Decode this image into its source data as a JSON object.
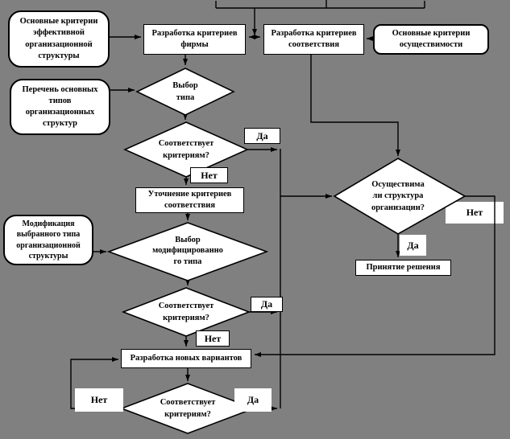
{
  "background": "#808080",
  "line_color": "#000000",
  "labels": {
    "yes": "Да",
    "no": "Нет"
  },
  "nodes": {
    "effective_criteria": {
      "text": "Основные критерии\nэффективной\nорганизационной\nструктуры",
      "shape": "rounded"
    },
    "develop_firm_criteria": {
      "text": "Разработка критериев\nфирмы",
      "shape": "rect"
    },
    "develop_conformity_criteria": {
      "text": "Разработка критериев\nсоответствия",
      "shape": "rect"
    },
    "feasibility_criteria": {
      "text": "Основные критерии\nосуществимости",
      "shape": "rounded"
    },
    "type_list": {
      "text": "Перечень основных\nтипов\nорганизационных\nструктур",
      "shape": "rounded"
    },
    "choose_type": {
      "text": "Выбор\nтипа",
      "shape": "diamond"
    },
    "meets_criteria_1": {
      "text": "Соответствует\nкритериям?",
      "shape": "diamond"
    },
    "refine_criteria": {
      "text": "Уточнение критериев\nсоответствия",
      "shape": "rect"
    },
    "modification": {
      "text": "Модификация\nвыбранного типа\nорганизационной\nструктуры",
      "shape": "rounded"
    },
    "choose_modified": {
      "text": "Выбор\nмодифицированно\nго типа",
      "shape": "diamond"
    },
    "meets_criteria_2": {
      "text": "Соответствует\nкритериям?",
      "shape": "diamond"
    },
    "develop_new_variants": {
      "text": "Разработка новых вариантов",
      "shape": "rect"
    },
    "meets_criteria_3": {
      "text": "Соответствует\nкритериям?",
      "shape": "diamond"
    },
    "structure_feasible": {
      "text": "Осуществима\nли структура\nорганизации?",
      "shape": "diamond"
    },
    "decision": {
      "text": "Принятие решения",
      "shape": "rect"
    }
  }
}
